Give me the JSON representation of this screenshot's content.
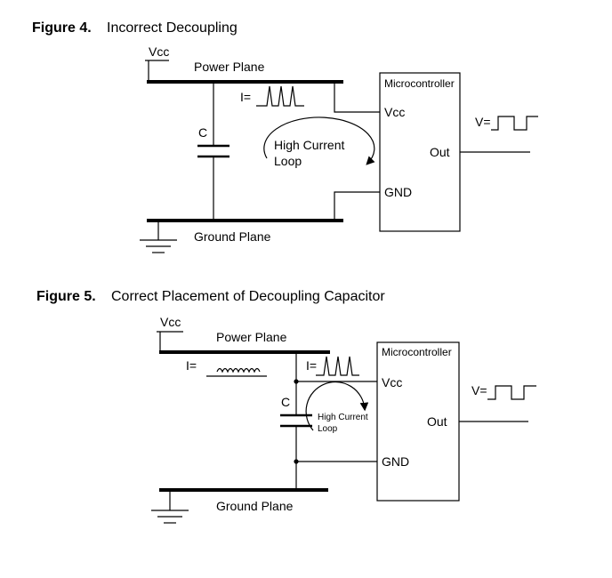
{
  "figure4": {
    "number": "Figure 4.",
    "title": "Incorrect Decoupling",
    "vcc": "Vcc",
    "power_plane": "Power Plane",
    "ground_plane": "Ground Plane",
    "current_label": "I=",
    "cap_label": "C",
    "loop_line1": "High Current",
    "loop_line2": "Loop",
    "mcu_title": "Microcontroller",
    "pin_vcc": "Vcc",
    "pin_out": "Out",
    "pin_gnd": "GND",
    "voltage_label": "V="
  },
  "figure5": {
    "number": "Figure 5.",
    "title": "Correct Placement of Decoupling Capacitor",
    "vcc": "Vcc",
    "power_plane": "Power Plane",
    "ground_plane": "Ground Plane",
    "current_label_left": "I=",
    "current_label_right": "I=",
    "cap_label": "C",
    "loop_line1": "High Current",
    "loop_line2": "Loop",
    "mcu_title": "Microcontroller",
    "pin_vcc": "Vcc",
    "pin_out": "Out",
    "pin_gnd": "GND",
    "voltage_label": "V="
  }
}
